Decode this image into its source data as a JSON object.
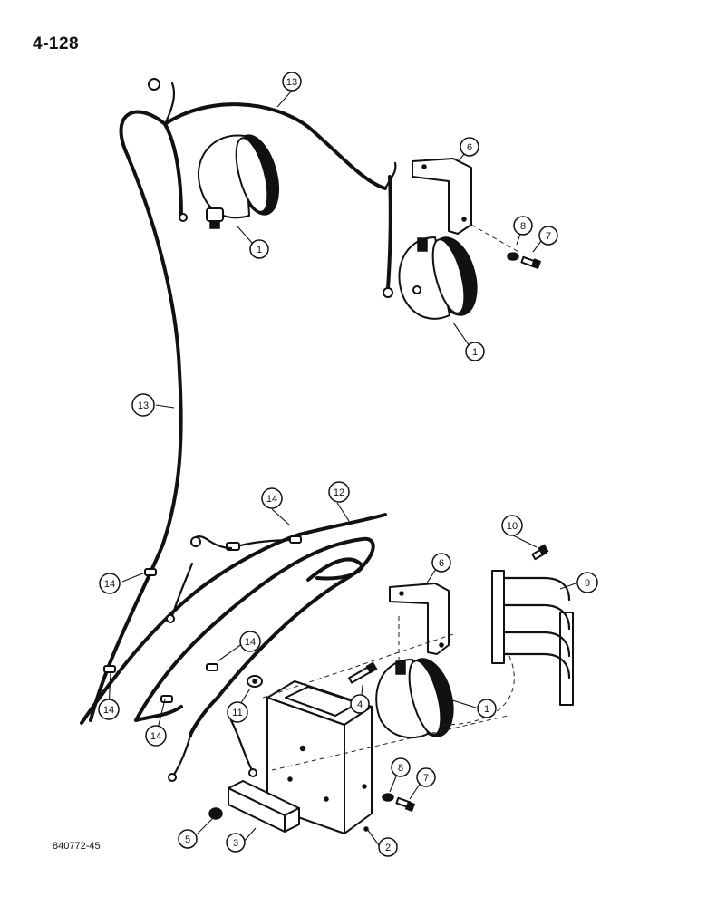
{
  "page": {
    "number": "4-128",
    "figure_code": "840772-45"
  },
  "callouts": {
    "c1a": "1",
    "c1b": "1",
    "c1c": "1",
    "c2": "2",
    "c3": "3",
    "c4": "4",
    "c5": "5",
    "c6a": "6",
    "c6b": "6",
    "c7a": "7",
    "c7b": "7",
    "c8a": "8",
    "c8b": "8",
    "c9": "9",
    "c10": "10",
    "c11": "11",
    "c12": "12",
    "c13a": "13",
    "c13b": "13",
    "c14a": "14",
    "c14b": "14",
    "c14c": "14",
    "c14d": "14",
    "c14e": "14"
  }
}
